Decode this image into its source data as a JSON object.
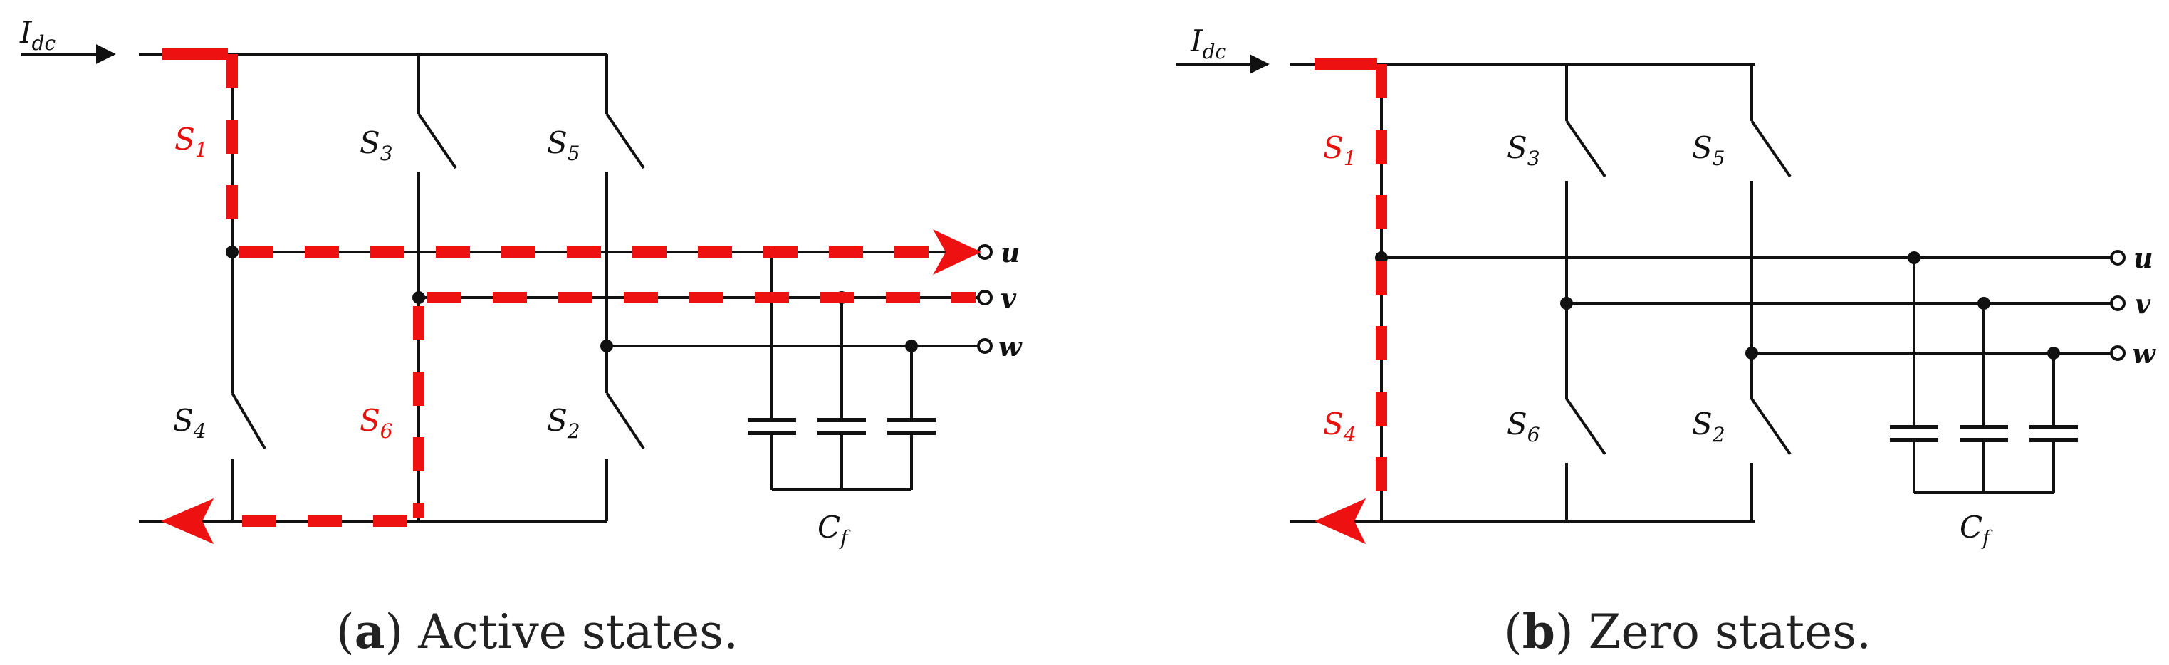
{
  "panel_a": {
    "caption_letter": "a",
    "caption_text": " Active states.",
    "current_main": "I",
    "current_sub": "dc",
    "switch_labels": {
      "s1": {
        "main": "S",
        "sub": "1",
        "highlighted": true
      },
      "s3": {
        "main": "S",
        "sub": "3",
        "highlighted": false
      },
      "s5": {
        "main": "S",
        "sub": "5",
        "highlighted": false
      },
      "s4": {
        "main": "S",
        "sub": "4",
        "highlighted": false
      },
      "s6": {
        "main": "S",
        "sub": "6",
        "highlighted": true
      },
      "s2": {
        "main": "S",
        "sub": "2",
        "highlighted": false
      }
    },
    "outputs": [
      "u",
      "v",
      "w"
    ],
    "filter_main": "C",
    "filter_sub": "f"
  },
  "panel_b": {
    "caption_letter": "b",
    "caption_text": " Zero states.",
    "current_main": "I",
    "current_sub": "dc",
    "switch_labels": {
      "s1": {
        "main": "S",
        "sub": "1",
        "highlighted": true
      },
      "s3": {
        "main": "S",
        "sub": "3",
        "highlighted": false
      },
      "s5": {
        "main": "S",
        "sub": "5",
        "highlighted": false
      },
      "s4": {
        "main": "S",
        "sub": "4",
        "highlighted": true
      },
      "s6": {
        "main": "S",
        "sub": "6",
        "highlighted": false
      },
      "s2": {
        "main": "S",
        "sub": "2",
        "highlighted": false
      }
    },
    "outputs": [
      "u",
      "v",
      "w"
    ],
    "filter_main": "C",
    "filter_sub": "f"
  },
  "colors": {
    "current_path": "#ee1111",
    "wire": "#111111"
  }
}
